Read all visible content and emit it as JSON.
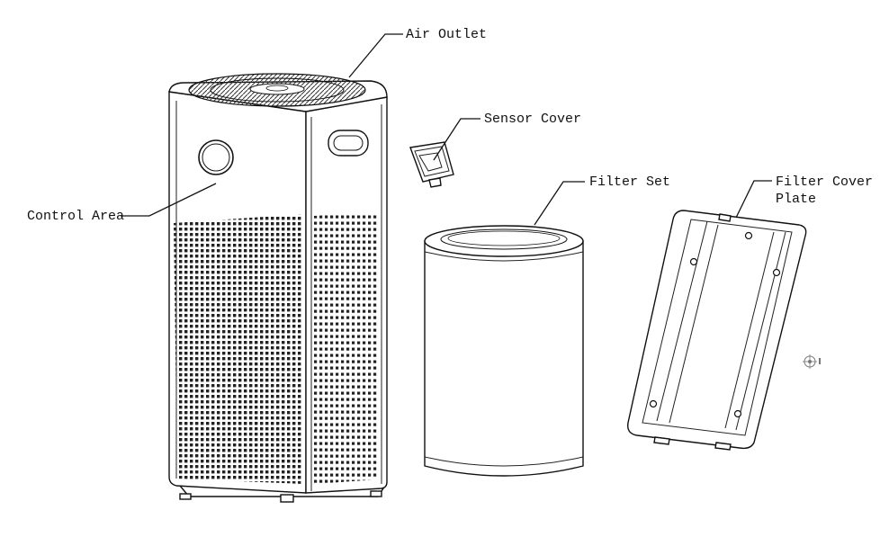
{
  "labels": {
    "air_outlet": "Air Outlet",
    "sensor_cover": "Sensor Cover",
    "filter_set": "Filter Set",
    "filter_cover_plate_line1": "Filter Cover",
    "filter_cover_plate_line2": "Plate",
    "control_area": "Control Area"
  },
  "colors": {
    "line": "#111111",
    "background": "#ffffff",
    "grille": "#222222"
  }
}
